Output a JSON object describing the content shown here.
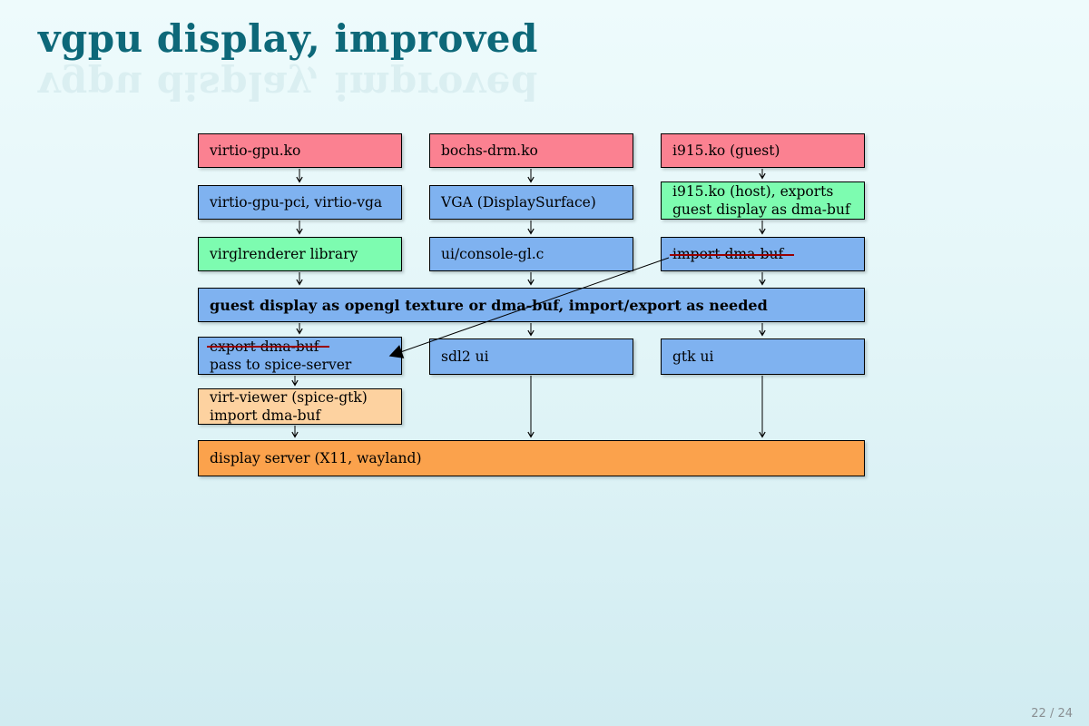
{
  "slide": {
    "title": "vgpu display, improved",
    "page_number": "22 / 24"
  },
  "diagram": {
    "boxes": {
      "virtio_gpu_ko": "virtio-gpu.ko",
      "bochs_drm_ko": "bochs-drm.ko",
      "i915_guest": "i915.ko (guest)",
      "virtio_gpu_pci": "virtio-gpu-pci, virtio-vga",
      "vga_displaysurface": "VGA (DisplaySurface)",
      "i915_host_line1": "i915.ko (host), exports",
      "i915_host_line2": "guest display as dma-buf",
      "virglrenderer": "virglrenderer library",
      "ui_console_gl": "ui/console-gl.c",
      "import_dma_buf": "import dma-buf",
      "guest_display": "guest display as opengl texture or dma-buf, import/export as needed",
      "export_dma_buf": "export dma-buf",
      "pass_to_spice": "pass to spice-server",
      "sdl2_ui": "sdl2 ui",
      "gtk_ui": "gtk ui",
      "virt_viewer_line1": "virt-viewer (spice-gtk)",
      "virt_viewer_line2": "import dma-buf",
      "display_server": "display server (X11, wayland)"
    },
    "colors": {
      "pink": "#fb8191",
      "blue": "#7fb2f0",
      "green": "#7dfcb0",
      "peach": "#fdd2a0",
      "orange": "#fba24c",
      "strikethrough": "#990000",
      "title": "#0d6879",
      "background_top": "#eefbfc",
      "background_bottom": "#d1ecf1"
    }
  }
}
